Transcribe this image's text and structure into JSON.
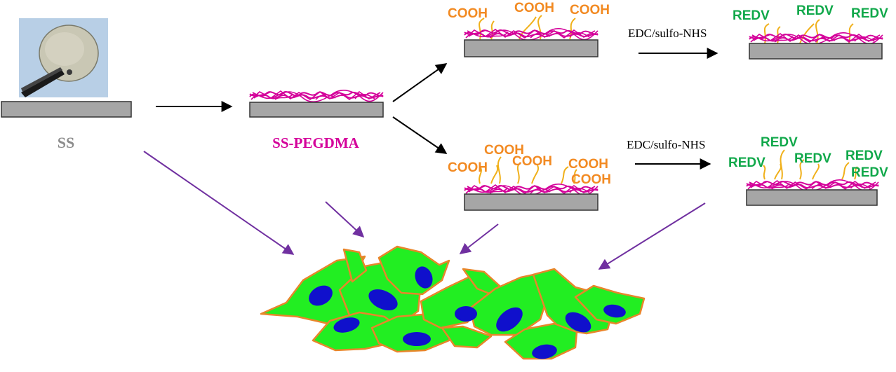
{
  "labels": {
    "ss": "SS",
    "ss_pegdma": "SS-PEGDMA",
    "cooh": "COOH",
    "redv": "REDV",
    "reagent": "EDC/sulfo-NHS"
  },
  "colors": {
    "substrate_fill": "#a6a6a6",
    "substrate_stroke": "#333333",
    "polymer": "#d4009a",
    "linker": "#f0b01a",
    "cooh": "#f28a22",
    "redv": "#10a84a",
    "ss_label": "#8c8c8c",
    "arrow_black": "#000000",
    "arrow_purple": "#7030a0",
    "cell_fill": "#22ee22",
    "cell_outline": "#e8862a",
    "nucleus": "#1010cc",
    "photo_bg": "#b8cfe6"
  }
}
